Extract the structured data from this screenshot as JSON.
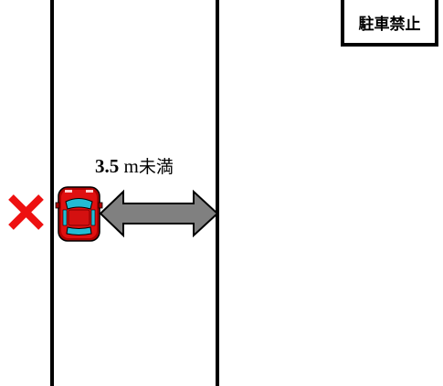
{
  "sign": {
    "text": "駐車禁止"
  },
  "distance": {
    "value": "3.5",
    "unit": "m",
    "suffix": "未満"
  },
  "colors": {
    "road_line": "#000000",
    "car_body": "#e01010",
    "car_window": "#22bcd4",
    "arrow_fill": "#808080",
    "cross": "#ee1111"
  },
  "icons": {
    "car": "car-top-view-icon",
    "cross": "x-mark-icon",
    "arrow": "double-arrow-icon"
  }
}
